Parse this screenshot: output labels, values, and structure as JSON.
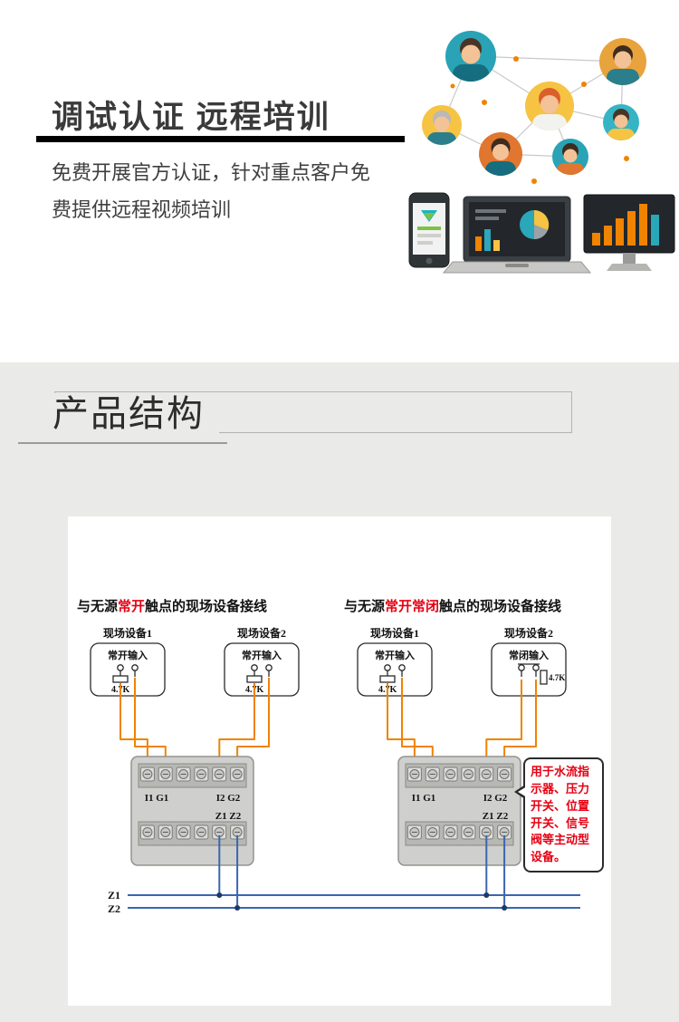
{
  "hero": {
    "title": "调试认证 远程培训",
    "desc_line1": "免费开展官方认证，针对重点客户免",
    "desc_line2": "费提供远程视频培训",
    "icons": [
      "avatar-network",
      "smartphone",
      "laptop",
      "monitor"
    ]
  },
  "section_title": "产品结构",
  "diagrams": {
    "left": {
      "title_pre": "与无源",
      "title_red": "常开",
      "title_post": "触点的现场设备接线",
      "device1_label": "现场设备1",
      "device1_input": "常开输入",
      "device1_resistor": "4.7K",
      "device2_label": "现场设备2",
      "device2_input": "常开输入",
      "device2_resistor": "4.7K",
      "module_label_i1": "I1 G1",
      "module_label_i2": "I2 G2",
      "module_label_z": "Z1 Z2"
    },
    "right": {
      "title_pre": "与无源",
      "title_red": "常开常闭",
      "title_post": "触点的现场设备接线",
      "device1_label": "现场设备1",
      "device1_input": "常开输入",
      "device1_resistor": "4.7K",
      "device2_label": "现场设备2",
      "device2_input": "常闭输入",
      "device2_resistor": "4.7K",
      "module_label_i1": "I1 G1",
      "module_label_i2": "I2 G2",
      "module_label_z": "Z1 Z2"
    },
    "callout_text": "用于水流指示器、压力开关、位置开关、信号阀等主动型设备。",
    "bus_z1": "Z1",
    "bus_z2": "Z2"
  },
  "colors": {
    "wire_orange": "#f08300",
    "wire_blue": "#3a66b0",
    "accent_red": "#e60012",
    "section_bg": "#eaeae8",
    "hero_bar": "#000000"
  }
}
